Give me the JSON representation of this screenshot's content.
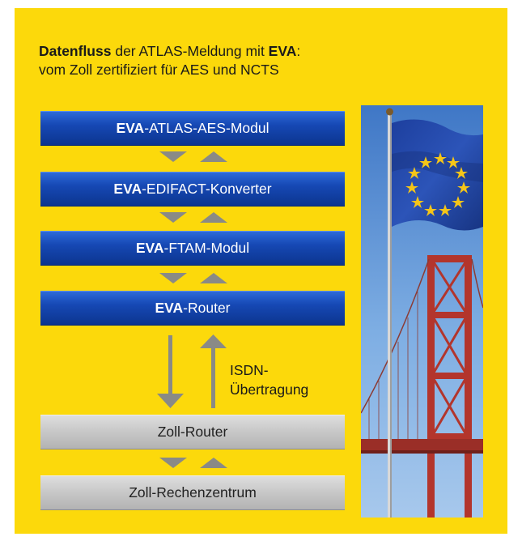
{
  "title": {
    "line1_bold": "Datenfluss",
    "line1_rest": " der ATLAS-Meldung mit ",
    "line1_bold2": "EVA",
    "line1_end": ":",
    "line2": "vom Zoll zertifiziert für AES und NCTS"
  },
  "boxes": [
    {
      "bold": "EVA",
      "rest": "-ATLAS-AES-Modul"
    },
    {
      "bold": "EVA",
      "rest": "-EDIFACT-Konverter"
    },
    {
      "bold": "EVA",
      "rest": "-FTAM-Modul"
    },
    {
      "bold": "EVA",
      "rest": "-Router"
    }
  ],
  "grey_boxes": [
    {
      "label": "Zoll-Router"
    },
    {
      "label": "Zoll-Rechenzentrum"
    }
  ],
  "transfer": {
    "line1": "ISDN-",
    "line2": "Übertragung"
  },
  "colors": {
    "background": "#fcd90b",
    "box_blue": "#1648b4",
    "box_grey": "#c7c7c7",
    "arrow": "#8a8a86"
  },
  "photo": {
    "subject": "EU flag on pole in front of red suspension bridge",
    "icon": "eu-flag-photo"
  }
}
